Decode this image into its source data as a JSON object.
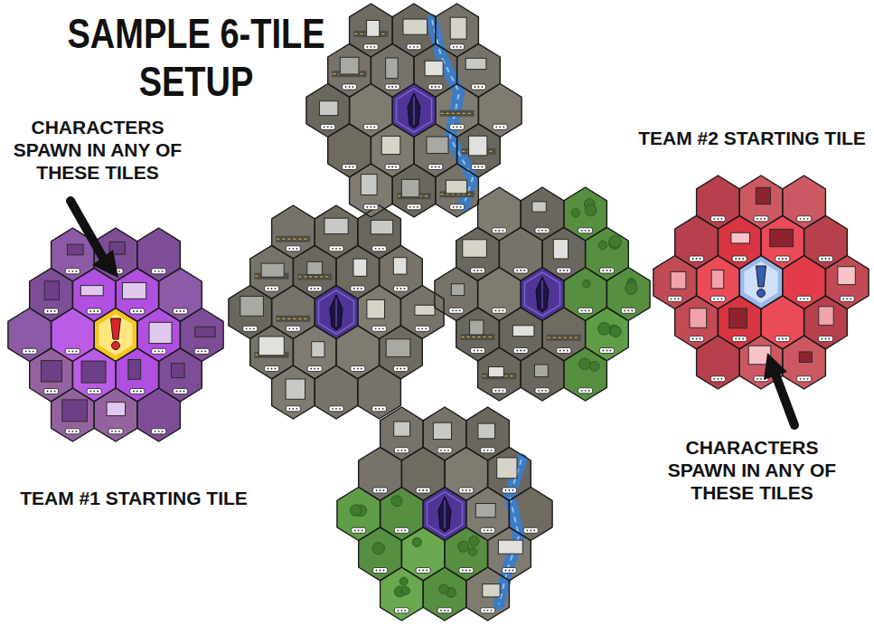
{
  "diagram": {
    "title": "SAMPLE 6-TILE SETUP",
    "labels": [
      "CHARACTERS SPAWN IN ANY OF THESE TILES",
      "TEAM #2 STARTING TILE",
      "CHARACTERS SPAWN IN ANY OF THESE TILES",
      "TEAM #1 STARTING TILE"
    ]
  }
}
